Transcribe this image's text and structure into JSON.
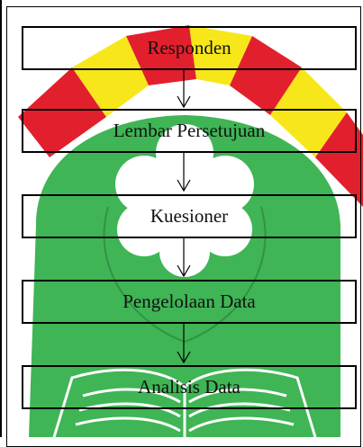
{
  "flowchart": {
    "steps": [
      {
        "label": "Responden"
      },
      {
        "label": "Lembar Persetujuan"
      },
      {
        "label": "Kuesioner"
      },
      {
        "label": "Pengelolaan Data"
      },
      {
        "label": "Analisis Data"
      }
    ]
  },
  "watermark": {
    "colors": {
      "red": "#e2202d",
      "yellow": "#f7e71a",
      "green": "#3fb555",
      "white": "#ffffff"
    }
  }
}
